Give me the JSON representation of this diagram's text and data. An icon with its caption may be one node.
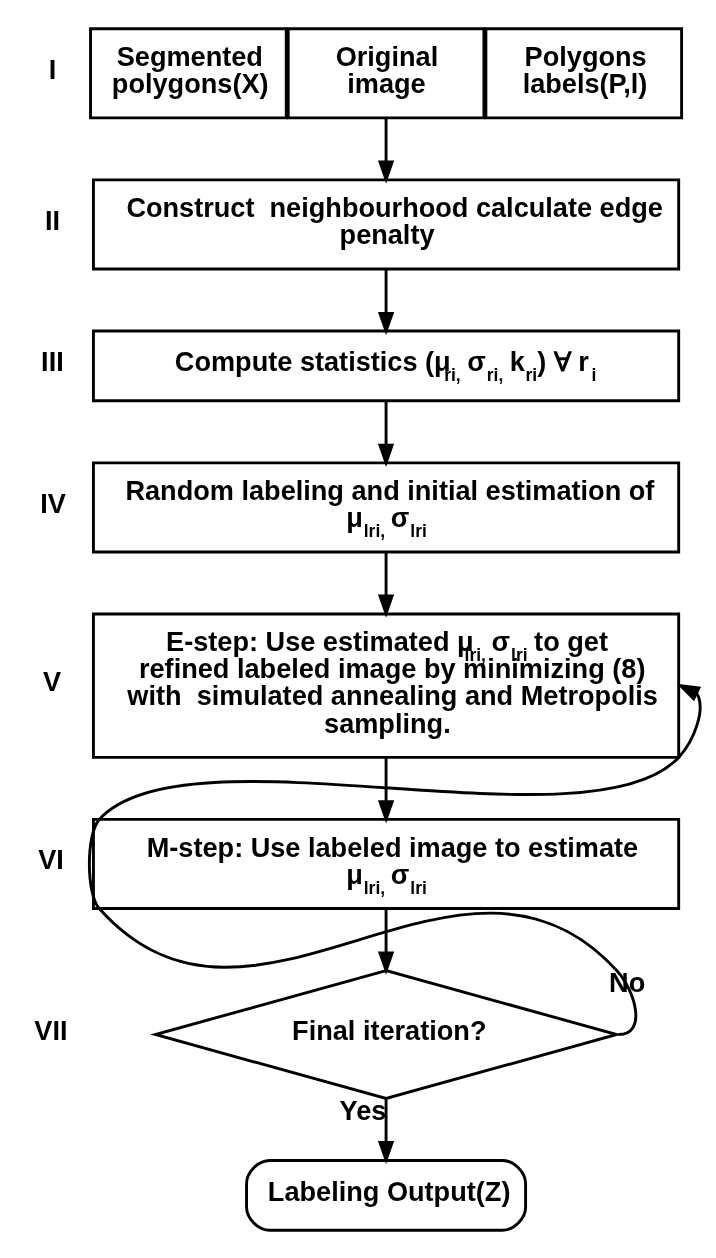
{
  "diagram": {
    "nodes": [
      {
        "text": [
          "Segmented polygons(X)"
        ]
      },
      {
        "text": [
          "Original image"
        ]
      },
      {
        "text": [
          "Polygons labels(P,l)"
        ]
      },
      {
        "text": [
          "Construct  neighbourhood calculate edge penalty"
        ]
      },
      {
        "text": [
          "Compute statistics (μ$_{ri,}$ σ$_{ri,}$ k$_{ri}$) Ɐ r$_{i}$"
        ]
      },
      {
        "text": [
          "Random labeling and initial estimation of  μ$_{lri,}$ σ$_{lri}$"
        ]
      },
      {
        "text": [
          "E-step: Use estimated μ$_{lri,}$ σ$_{lri}$ to get refined labeled image by minimizing (8) with  simulated annealing and Metropolis sampling."
        ]
      },
      {
        "text": [
          "M-step: Use labeled image to estimate μ$_{lri,}$ σ$_{lri}$"
        ]
      },
      {
        "text": [
          "Final iteration?"
        ]
      },
      {
        "text": [
          "Labeling Output(Z)"
        ]
      }
    ],
    "edges": [
      {
        "from": 1,
        "to": 3,
        "arrow": "to"
      },
      {
        "from": 3,
        "to": 4,
        "arrow": "to"
      },
      {
        "from": 4,
        "to": 5,
        "arrow": "to"
      },
      {
        "from": 5,
        "to": 6,
        "arrow": "to"
      },
      {
        "from": 6,
        "to": 7,
        "arrow": "to"
      },
      {
        "from": 7,
        "to": 8,
        "arrow": "to"
      },
      {
        "from": 8,
        "to": 6,
        "arrow": "to",
        "label": "No"
      },
      {
        "from": 8,
        "to": 9,
        "arrow": "to",
        "label": "Yes"
      }
    ],
    "labels": [
      "I",
      "II",
      "III",
      "IV",
      "V",
      "VI",
      "VII"
    ]
  }
}
